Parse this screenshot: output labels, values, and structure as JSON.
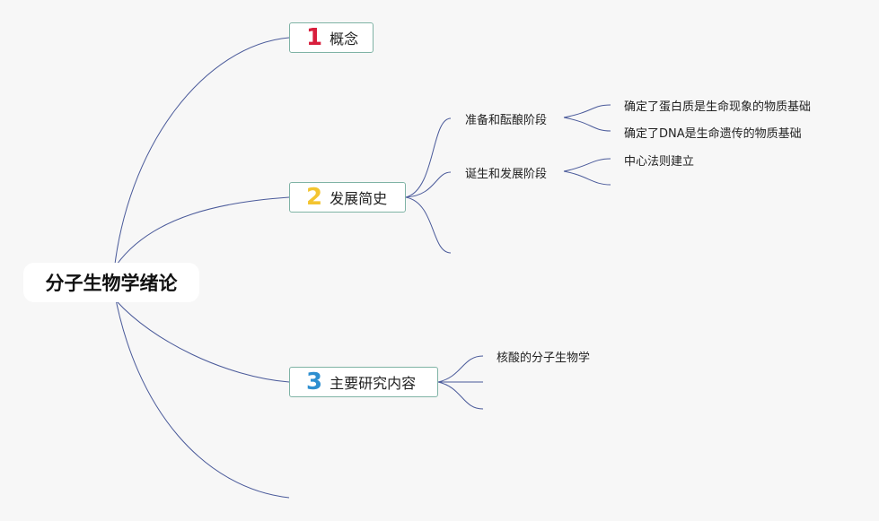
{
  "root": {
    "label": "分子生物学绪论"
  },
  "colors": {
    "line": "#4a5a9a",
    "topic_border": "#7fb3a5",
    "num1": "#d81e3c",
    "num2": "#f3c430",
    "num3": "#2e8fd0"
  },
  "topics": [
    {
      "number": "1",
      "label": "概念"
    },
    {
      "number": "2",
      "label": "发展简史",
      "children": [
        {
          "label": "准备和酝酿阶段",
          "children": [
            "确定了蛋白质是生命现象的物质基础",
            "确定了DNA是生命遗传的物质基础"
          ]
        },
        {
          "label": "诞生和发展阶段",
          "children": [
            "中心法则建立",
            ""
          ]
        },
        {
          "label": ""
        }
      ]
    },
    {
      "number": "3",
      "label": "主要研究内容",
      "children": [
        {
          "label": "核酸的分子生物学"
        },
        {
          "label": ""
        },
        {
          "label": ""
        }
      ]
    },
    {
      "label": ""
    }
  ]
}
